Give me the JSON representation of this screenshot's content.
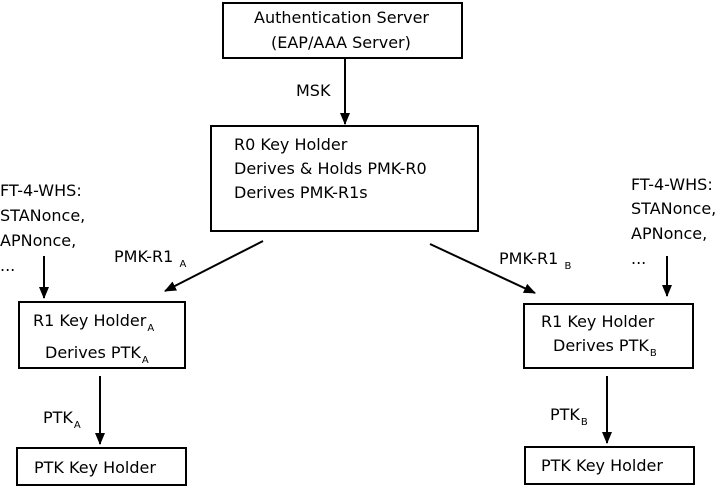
{
  "auth_server": {
    "line1": "Authentication Server",
    "line2": "(EAP/AAA Server)"
  },
  "msk_label": "MSK",
  "r0": {
    "line1": "R0 Key Holder",
    "line2": "Derives & Holds PMK-R0",
    "line3": "Derives PMK-R1s"
  },
  "left": {
    "fourway": [
      "FT-4-WHS:",
      "STANonce,",
      "APNonce,",
      "..."
    ],
    "pmk_label": "PMK-R1",
    "pmk_sub": "A",
    "r1_label": "R1 Key Holder",
    "r1_sub": "A",
    "derives_label": "Derives PTK",
    "derives_sub": "A",
    "ptk_label": "PTK",
    "ptk_sub": "A",
    "ptk_holder": "PTK Key Holder"
  },
  "right": {
    "fourway": [
      "FT-4-WHS:",
      "STANonce,",
      "APNonce,",
      "..."
    ],
    "pmk_label": "PMK-R1",
    "pmk_sub": "B",
    "r1_label": "R1 Key Holder",
    "r1_sub": "",
    "derives_label": "Derives PTK",
    "derives_sub": "B",
    "ptk_label": "PTK",
    "ptk_sub": "B",
    "ptk_holder": "PTK Key Holder"
  }
}
